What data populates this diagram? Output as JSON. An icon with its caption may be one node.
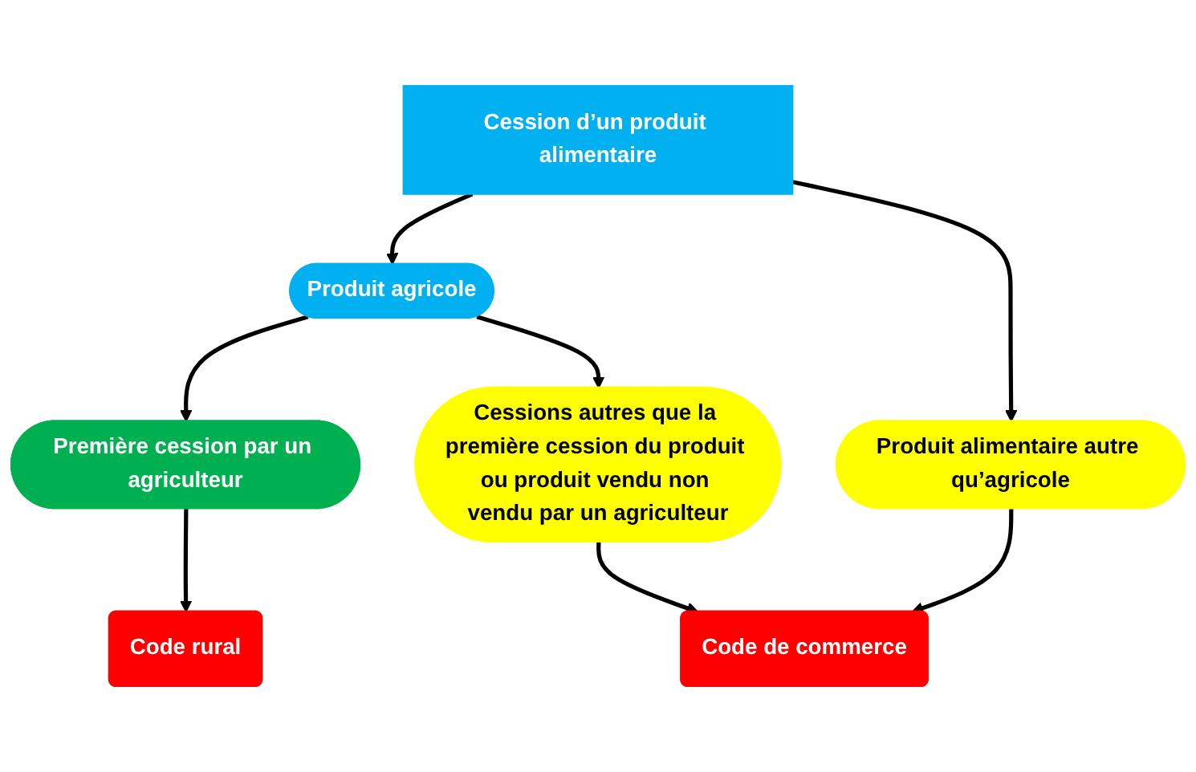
{
  "diagram": {
    "nodes": [
      {
        "text": [
          "Cession d’un produit alimentaire"
        ]
      },
      {
        "text": [
          "Produit agricole"
        ]
      },
      {
        "text": [
          "Produit alimentaire autre qu’agricole"
        ]
      },
      {
        "text": [
          "Première cession par un agriculteur"
        ]
      },
      {
        "text": [
          "Cessions autres que la première cession du produit ou produit vendu non vendu par un agriculteur"
        ]
      },
      {
        "text": [
          "Code rural"
        ]
      },
      {
        "text": [
          "Code de commerce"
        ]
      }
    ],
    "edges": [
      {
        "from": 0,
        "to": 1,
        "arrow": "to"
      },
      {
        "from": 0,
        "to": 2,
        "arrow": "to"
      },
      {
        "from": 1,
        "to": 3,
        "arrow": "to"
      },
      {
        "from": 1,
        "to": 4,
        "arrow": "to"
      },
      {
        "from": 3,
        "to": 5,
        "arrow": "to"
      },
      {
        "from": 4,
        "to": 6,
        "arrow": "to"
      },
      {
        "from": 2,
        "to": 6,
        "arrow": "to"
      }
    ]
  }
}
